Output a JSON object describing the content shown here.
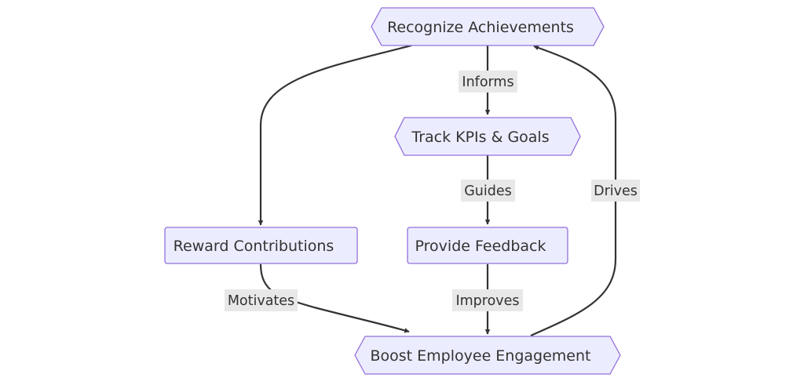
{
  "nodes": {
    "recognize": "Recognize Achievements",
    "track": "Track KPIs & Goals",
    "reward": "Reward Contributions",
    "feedback": "Provide Feedback",
    "boost": "Boost Employee Engagement"
  },
  "edges": {
    "informs": "Informs",
    "guides": "Guides",
    "motivates": "Motivates",
    "improves": "Improves",
    "drives": "Drives"
  },
  "colors": {
    "node_fill": "#ECECFF",
    "node_stroke": "#9370DB",
    "edge": "#333333",
    "edge_label_bg": "#E8E8E8"
  }
}
